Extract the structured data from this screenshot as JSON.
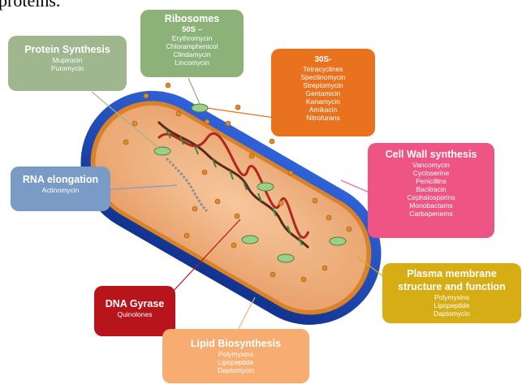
{
  "caption": "proteins.",
  "boxes": {
    "protein_synthesis": {
      "title": "Protein Synthesis",
      "items": [
        "Mupirocin",
        "Puromycin"
      ],
      "color": "#9fb68f"
    },
    "ribosomes": {
      "title": "Ribosomes",
      "subtitle": "50S –",
      "items": [
        "Erythromycin",
        "Chloramphenicol",
        "Clindamycin",
        "Lincomycin"
      ],
      "color": "#8cb27a"
    },
    "s30": {
      "title": "30S-",
      "items": [
        "Tetracyclines",
        "Spectinomycin",
        "Streptomycin",
        "Gentamicin",
        "Kanamycin",
        "Amikacin",
        "Nitrofurans"
      ],
      "color": "#e9721f"
    },
    "cell_wall": {
      "title": "Cell Wall synthesis",
      "items": [
        "Vancomycin",
        "Cycloserine",
        "Penicillins",
        "Bacitracin",
        "Cephalosporins",
        "Monobactams",
        "Carbapenems"
      ],
      "color": "#ee5585"
    },
    "rna": {
      "title": "RNA elongation",
      "items": [
        "Actinomycin"
      ],
      "color": "#7a9bc6"
    },
    "plasma": {
      "title": "Plasma membrane structure and function",
      "items": [
        "Polymyxins",
        "Lipopeptide",
        "Daptomycin"
      ],
      "color": "#d7ad16"
    },
    "dna": {
      "title": "DNA Gyrase",
      "items": [
        "Quinolones"
      ],
      "color": "#b8141b"
    },
    "lipid": {
      "title": "Lipid Biosynthesis",
      "items": [
        "Polymyxins",
        "Lipopeptide",
        "Daptomycin"
      ],
      "color": "#f7ad72"
    }
  }
}
